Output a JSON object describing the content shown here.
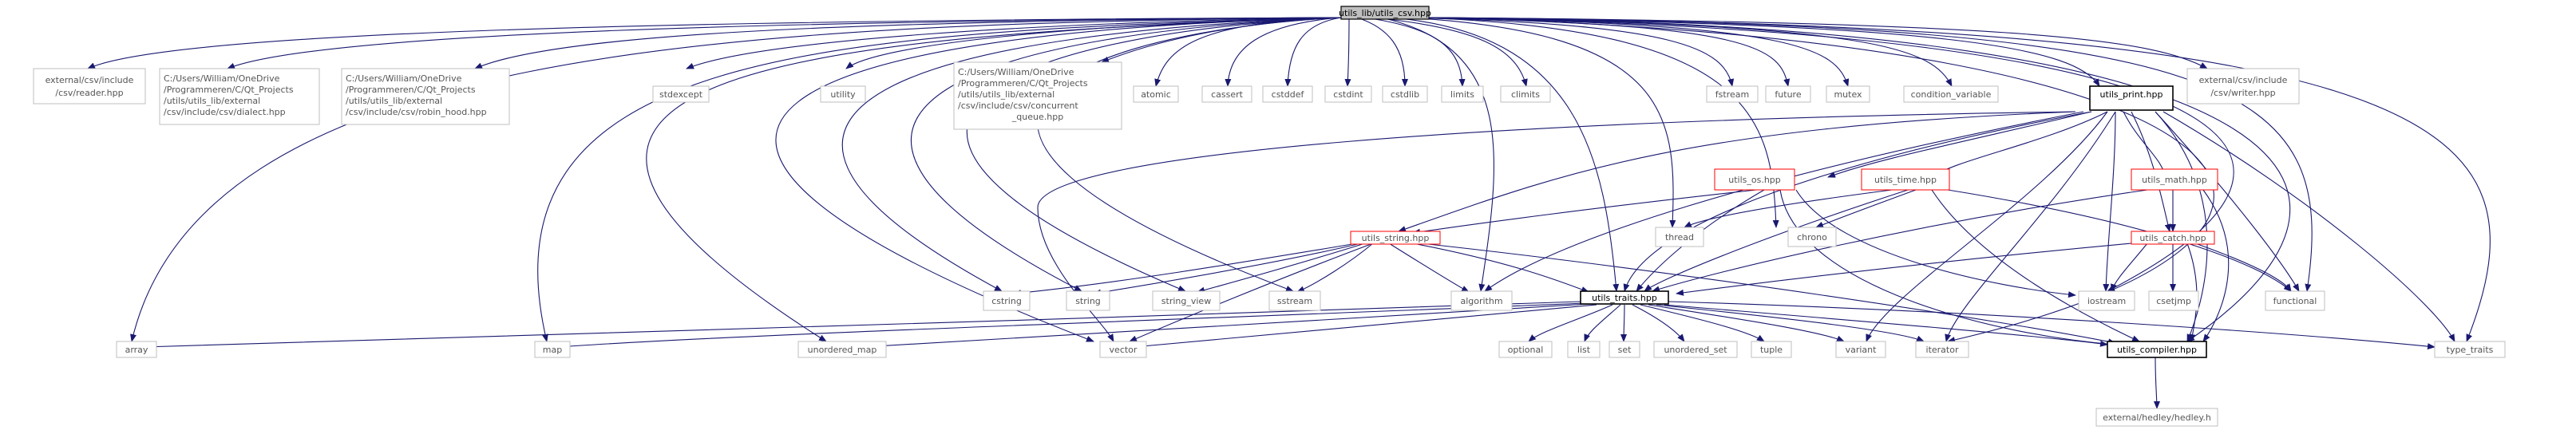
{
  "colors": {
    "edge": "#191970",
    "box_plain": "#bfbfbf",
    "box_focus_fill": "#bfbfbf",
    "box_focus_stroke": "#000000",
    "box_bold": "#000000",
    "box_red": "#ff0000",
    "text_muted": "#555555",
    "text_dark": "#000000"
  },
  "nodes": {
    "root": "utils_lib/utils_csv.hpp",
    "n_array": "array",
    "n_reader": [
      "external/csv/include",
      "/csv/reader.hpp"
    ],
    "n_dialect": [
      "C:/Users/William/OneDrive",
      "/Programmeren/C/Qt_Projects",
      "/utils/utils_lib/external",
      "/csv/include/csv/dialect.hpp"
    ],
    "n_robin": [
      "C:/Users/William/OneDrive",
      "/Programmeren/C/Qt_Projects",
      "/utils/utils_lib/external",
      "/csv/include/csv/robin_hood.hpp"
    ],
    "n_map": "map",
    "n_umap": "unordered_map",
    "n_stdexcept": "stdexcept",
    "n_utility": "utility",
    "n_cstring": "cstring",
    "n_string": "string",
    "n_stringview": "string_view",
    "n_sstream": "sstream",
    "n_vector": "vector",
    "n_cqueue": [
      "C:/Users/William/OneDrive",
      "/Programmeren/C/Qt_Projects",
      "/utils/utils_lib/external",
      "/csv/include/csv/concurrent",
      "_queue.hpp"
    ],
    "n_atomic": "atomic",
    "n_cassert": "cassert",
    "n_cstddef": "cstddef",
    "n_cstdint": "cstdint",
    "n_cstdlib": "cstdlib",
    "n_limits": "limits",
    "n_climits": "climits",
    "n_fstream": "fstream",
    "n_future": "future",
    "n_mutex": "mutex",
    "n_condvar": "condition_variable",
    "n_print": "utils_print.hpp",
    "n_writer": [
      "external/csv/include",
      "/csv/writer.hpp"
    ],
    "n_os": "utils_os.hpp",
    "n_time": "utils_time.hpp",
    "n_math": "utils_math.hpp",
    "n_strhpp": "utils_string.hpp",
    "n_thread": "thread",
    "n_chrono": "chrono",
    "n_catch": "utils_catch.hpp",
    "n_algorithm": "algorithm",
    "n_traits": "utils_traits.hpp",
    "n_iostream": "iostream",
    "n_csetjmp": "csetjmp",
    "n_functional": "functional",
    "n_optional": "optional",
    "n_list": "list",
    "n_set": "set",
    "n_uset": "unordered_set",
    "n_tuple": "tuple",
    "n_variant": "variant",
    "n_iterator": "iterator",
    "n_compiler": "utils_compiler.hpp",
    "n_typetraits": "type_traits",
    "n_hedley": "external/hedley/hedley.h"
  }
}
